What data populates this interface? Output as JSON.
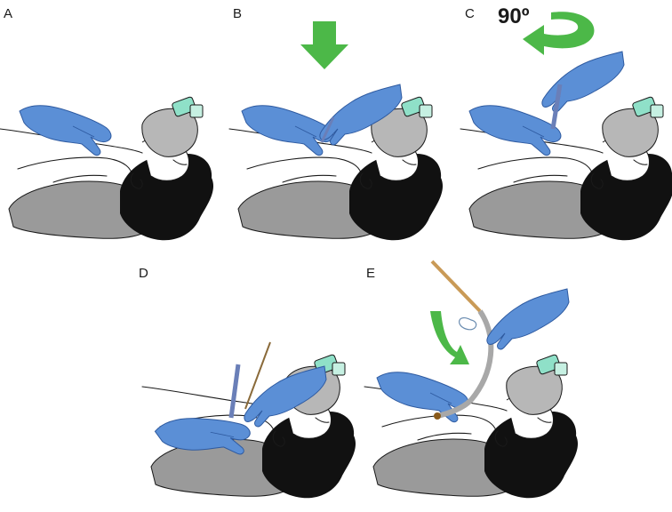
{
  "panels": [
    {
      "id": "A",
      "label": "A"
    },
    {
      "id": "B",
      "label": "B"
    },
    {
      "id": "C",
      "label": "C"
    },
    {
      "id": "D",
      "label": "D"
    },
    {
      "id": "E",
      "label": "E"
    }
  ],
  "rotation_label": "90º",
  "colors": {
    "glove": "#5b8fd6",
    "glove_edge": "#2e5aa0",
    "hair": "#111111",
    "shoulder": "#9a9a9a",
    "mask": "#b7b7b7",
    "mask_valve": "#8fe0c8",
    "arrow_green": "#4cb848",
    "tube_wood": "#c99a57",
    "tube_grey": "#a8a8a8",
    "scalpel": "#6a7fb8"
  },
  "icons": {
    "down_arrow": "green-down-arrow-icon",
    "rotate_arrow": "green-rotate-arrow-icon",
    "curved_arrow": "green-curved-arrow-icon"
  }
}
